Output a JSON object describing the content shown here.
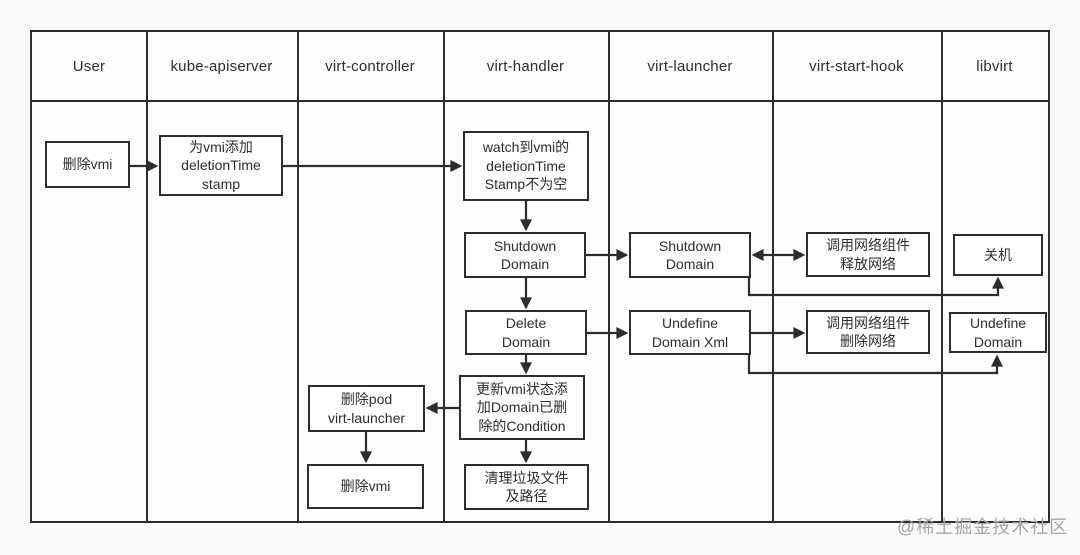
{
  "watermark": "@稀土掘金技术社区",
  "lanes": [
    {
      "label": "User"
    },
    {
      "label": "kube-apiserver"
    },
    {
      "label": "virt-controller"
    },
    {
      "label": "virt-handler"
    },
    {
      "label": "virt-launcher"
    },
    {
      "label": "virt-start-hook"
    },
    {
      "label": "libvirt"
    }
  ],
  "nodes": {
    "user_delete_vmi": {
      "lane": "User",
      "label": "删除vmi"
    },
    "api_add_stamp": {
      "lane": "kube-apiserver",
      "label": "为vmi添加\ndeletionTime\nstamp"
    },
    "handler_watch": {
      "lane": "virt-handler",
      "label": "watch到vmi的\ndeletionTime\nStamp不为空"
    },
    "handler_shutdown": {
      "lane": "virt-handler",
      "label": "Shutdown\nDomain"
    },
    "launcher_shutdown": {
      "lane": "virt-launcher",
      "label": "Shutdown\nDomain"
    },
    "hook_release_net": {
      "lane": "virt-start-hook",
      "label": "调用网络组件\n释放网络"
    },
    "libvirt_poweroff": {
      "lane": "libvirt",
      "label": "关机"
    },
    "handler_delete": {
      "lane": "virt-handler",
      "label": "Delete\nDomain"
    },
    "launcher_undefine_xml": {
      "lane": "virt-launcher",
      "label": "Undefine\nDomain Xml"
    },
    "hook_delete_net": {
      "lane": "virt-start-hook",
      "label": "调用网络组件\n删除网络"
    },
    "libvirt_undefine": {
      "lane": "libvirt",
      "label": "Undefine\nDomain"
    },
    "handler_update_condition": {
      "lane": "virt-handler",
      "label": "更新vmi状态添\n加Domain已删\n除的Condition"
    },
    "controller_delete_pod": {
      "lane": "virt-controller",
      "label": "删除pod\nvirt-launcher"
    },
    "controller_delete_vmi": {
      "lane": "virt-controller",
      "label": "删除vmi"
    },
    "handler_cleanup": {
      "lane": "virt-handler",
      "label": "清理垃圾文件\n及路径"
    }
  },
  "edges": [
    {
      "from": "user_delete_vmi",
      "to": "api_add_stamp",
      "bidirectional": false
    },
    {
      "from": "api_add_stamp",
      "to": "handler_watch",
      "bidirectional": false
    },
    {
      "from": "handler_watch",
      "to": "handler_shutdown",
      "bidirectional": false
    },
    {
      "from": "handler_shutdown",
      "to": "launcher_shutdown",
      "bidirectional": false
    },
    {
      "from": "launcher_shutdown",
      "to": "hook_release_net",
      "bidirectional": true
    },
    {
      "from": "launcher_shutdown",
      "to": "libvirt_poweroff",
      "bidirectional": false
    },
    {
      "from": "handler_shutdown",
      "to": "handler_delete",
      "bidirectional": false
    },
    {
      "from": "handler_delete",
      "to": "launcher_undefine_xml",
      "bidirectional": false
    },
    {
      "from": "launcher_undefine_xml",
      "to": "hook_delete_net",
      "bidirectional": false
    },
    {
      "from": "launcher_undefine_xml",
      "to": "libvirt_undefine",
      "bidirectional": false
    },
    {
      "from": "handler_delete",
      "to": "handler_update_condition",
      "bidirectional": false
    },
    {
      "from": "handler_update_condition",
      "to": "controller_delete_pod",
      "bidirectional": false
    },
    {
      "from": "handler_update_condition",
      "to": "handler_cleanup",
      "bidirectional": false
    },
    {
      "from": "controller_delete_pod",
      "to": "controller_delete_vmi",
      "bidirectional": false
    }
  ],
  "colors": {
    "line": "#2d2d2d",
    "node_bg": "#ffffff",
    "page_bg": "#fafafa",
    "watermark": "#a6a6a6"
  }
}
